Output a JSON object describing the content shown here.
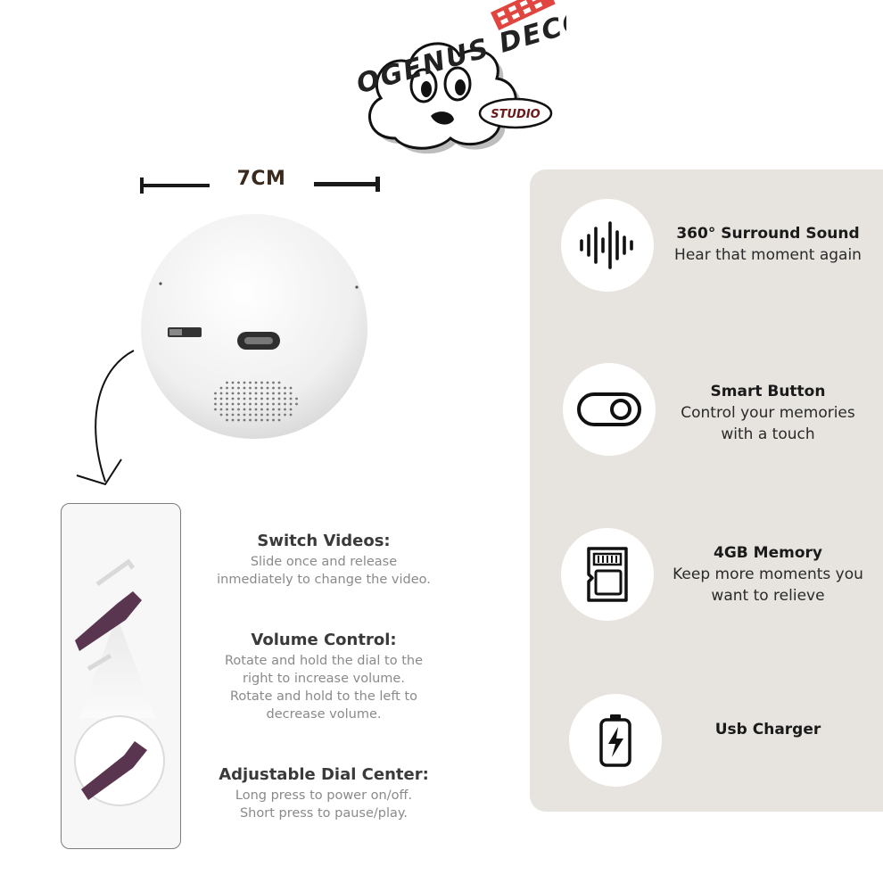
{
  "logo": {
    "brand": "OGENUS DECOR",
    "sub": "STUDIO"
  },
  "dimension": {
    "label": "7CM"
  },
  "instructions": [
    {
      "title": "Switch Videos:",
      "lines": [
        "Slide once and release",
        "inmediately to change the video."
      ]
    },
    {
      "title": "Volume Control:",
      "lines": [
        "Rotate and hold the dial to the",
        "right to increase volume.",
        "Rotate and hold to the left to",
        "decrease volume."
      ]
    },
    {
      "title": "Adjustable Dial Center:",
      "lines": [
        "Long press to power on/off.",
        "Short press to pause/play."
      ]
    }
  ],
  "features": [
    {
      "icon": "sound-wave-icon",
      "title": "360° Surround Sound",
      "lines": [
        "Hear that moment again"
      ]
    },
    {
      "icon": "toggle-switch-icon",
      "title": "Smart Button",
      "lines": [
        "Control your memories",
        "with a touch"
      ]
    },
    {
      "icon": "sd-card-icon",
      "title": "4GB Memory",
      "lines": [
        "Keep more moments you",
        "want to relieve"
      ]
    },
    {
      "icon": "battery-charging-icon",
      "title": "Usb Charger",
      "lines": []
    }
  ],
  "colors": {
    "panel_bg": "#e7e4df",
    "accent_purple": "#5a3550",
    "logo_red": "#e0453f"
  }
}
